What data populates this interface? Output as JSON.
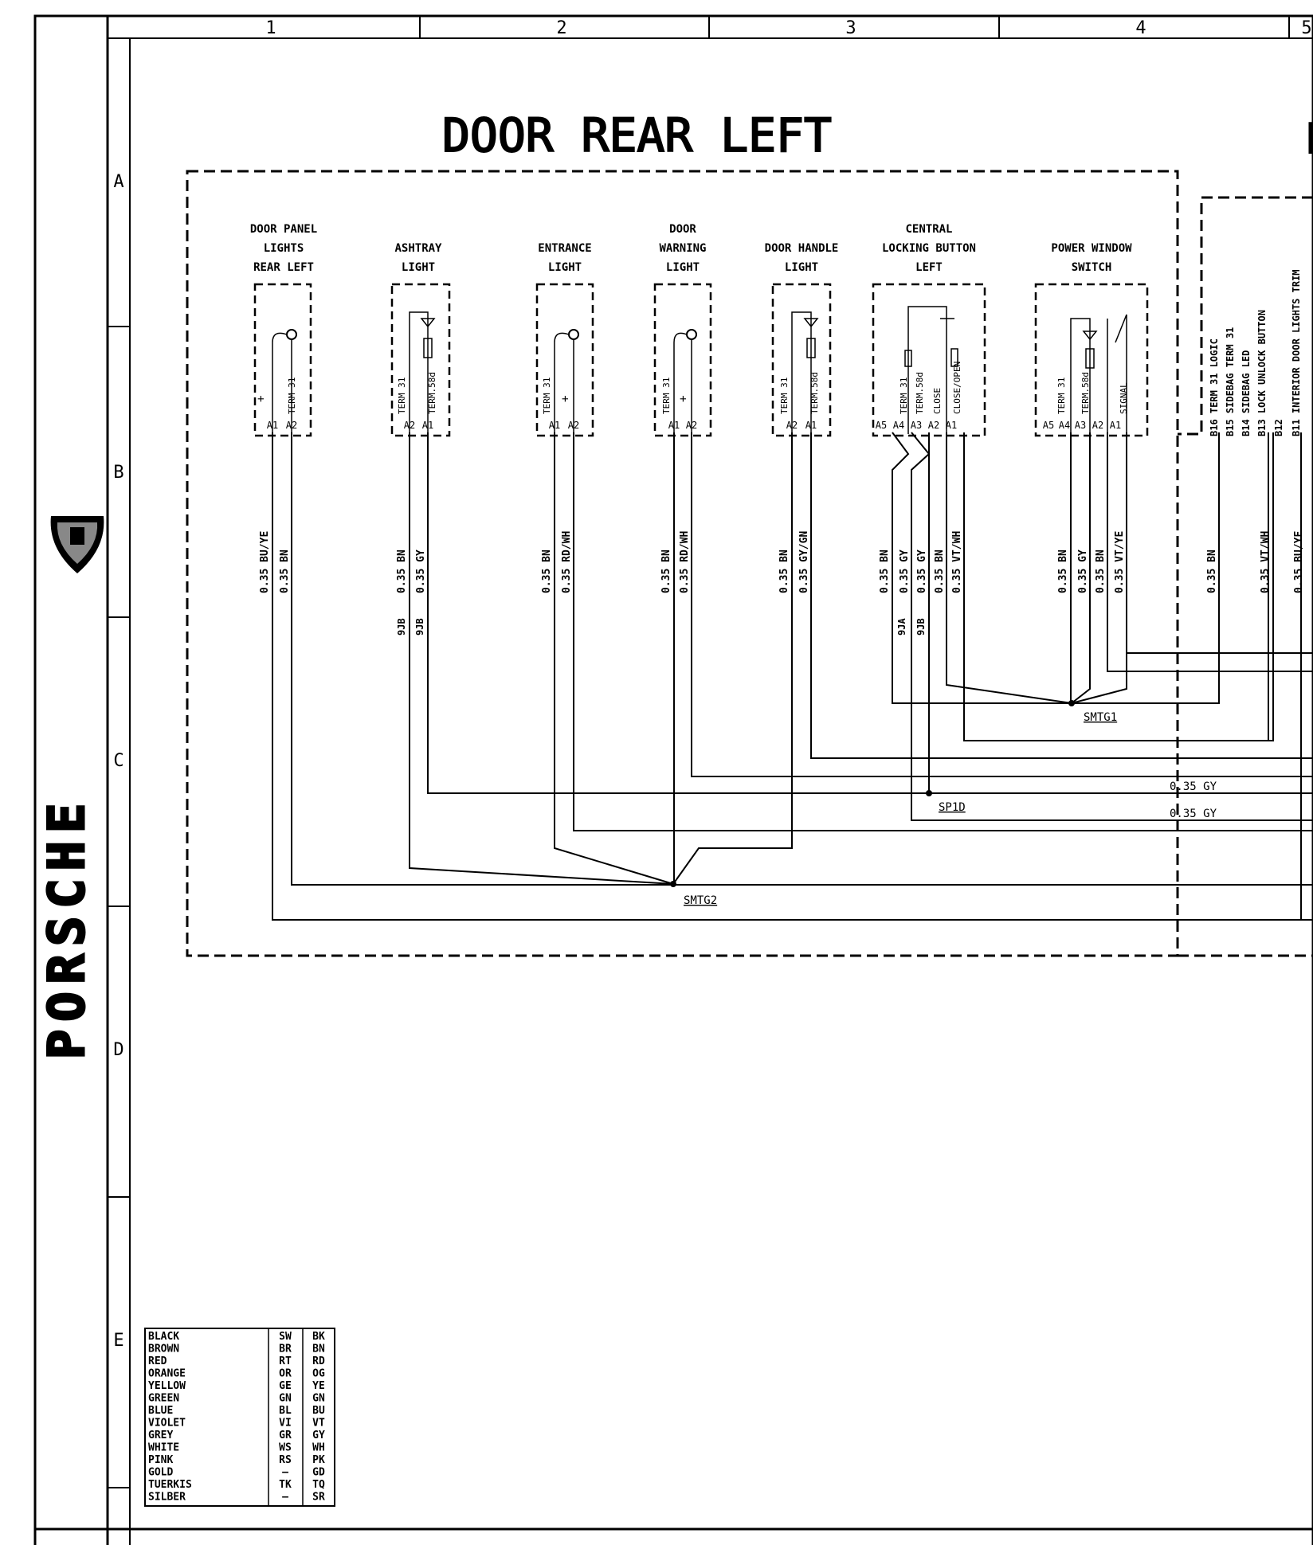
{
  "grid": {
    "columns": [
      "1",
      "2",
      "3",
      "4",
      "5"
    ],
    "rows": [
      "A",
      "B",
      "C",
      "D",
      "E"
    ]
  },
  "brand": "PORSCHE",
  "title": "DOOR REAR LEFT",
  "title_right_fragment": "D",
  "components": [
    {
      "id": "door-panel-lights",
      "lines": [
        "DOOR PANEL",
        "LIGHTS",
        "REAR LEFT"
      ],
      "pins": [
        "A1",
        "A2"
      ],
      "internal": [
        "+",
        "TERM 31"
      ],
      "wires": [
        "0.35 BU/YE",
        "0.35 BN"
      ],
      "plugs": []
    },
    {
      "id": "ashtray-light",
      "lines": [
        "ASHTRAY",
        "LIGHT"
      ],
      "pins": [
        "A2",
        "A1"
      ],
      "internal": [
        "TERM 31",
        "TERM.58d"
      ],
      "wires": [
        "0.35 BN",
        "0.35 GY"
      ],
      "plugs": [
        "9JB",
        "9JB"
      ]
    },
    {
      "id": "entrance-light",
      "lines": [
        "ENTRANCE",
        "LIGHT"
      ],
      "pins": [
        "A1",
        "A2"
      ],
      "internal": [
        "TERM 31",
        "+"
      ],
      "wires": [
        "0.35 BN",
        "0.35 RD/WH"
      ],
      "plugs": []
    },
    {
      "id": "door-warning-light",
      "lines": [
        "DOOR",
        "WARNING",
        "LIGHT"
      ],
      "pins": [
        "A1",
        "A2"
      ],
      "internal": [
        "TERM 31",
        "+"
      ],
      "wires": [
        "0.35 BN",
        "0.35 RD/WH"
      ],
      "plugs": []
    },
    {
      "id": "door-handle-light",
      "lines": [
        "DOOR HANDLE",
        "LIGHT"
      ],
      "pins": [
        "A2",
        "A1"
      ],
      "internal": [
        "TERM 31",
        "TERM.58d"
      ],
      "wires": [
        "0.35 BN",
        "0.35 GY/GN"
      ],
      "plugs": []
    },
    {
      "id": "central-locking-button",
      "lines": [
        "CENTRAL",
        "LOCKING BUTTON",
        "LEFT"
      ],
      "pins": [
        "A5",
        "A4",
        "A3",
        "A2",
        "A1"
      ],
      "internal": [
        "TERM 31",
        "TERM.58d",
        "CLOSE",
        "CLOSE/OPEN"
      ],
      "wires": [
        "0.35 BN",
        "0.35 GY",
        "0.35 GY",
        "0.35 BN",
        "0.35 VT/WH"
      ],
      "plugs": [
        "9JA",
        "9JB"
      ]
    },
    {
      "id": "power-window-switch",
      "lines": [
        "POWER WINDOW",
        "SWITCH"
      ],
      "pins": [
        "A5",
        "A4",
        "A3",
        "A2",
        "A1"
      ],
      "internal": [
        "TERM 31",
        "TERM.58d",
        "SIGNAL"
      ],
      "wires": [
        "0.35 BN",
        "0.35 GY",
        "0.35 BN",
        "0.35 VT/YE"
      ],
      "plugs": []
    }
  ],
  "right_connector": {
    "pins": [
      "B16 TERM 31 LOGIC",
      "B15 SIDEBAG TERM 31",
      "B14 SIDEBAG LED",
      "B13 LOCK UNLOCK BUTTON",
      "B12",
      "B11 INTERIOR DOOR LIGHTS TRIM"
    ],
    "wires": [
      "0.35 BN",
      "0.35 VT/WH",
      "0.35 BU/YE"
    ]
  },
  "nodes": {
    "smtg1": "SMTG1",
    "smtg2": "SMTG2",
    "sp1d": "SP1D"
  },
  "bus_labels": [
    "0.35 GY",
    "0.35 GY"
  ],
  "legend": [
    [
      "BLACK",
      "SW",
      "BK"
    ],
    [
      "BROWN",
      "BR",
      "BN"
    ],
    [
      "RED",
      "RT",
      "RD"
    ],
    [
      "ORANGE",
      "OR",
      "OG"
    ],
    [
      "YELLOW",
      "GE",
      "YE"
    ],
    [
      "GREEN",
      "GN",
      "GN"
    ],
    [
      "BLUE",
      "BL",
      "BU"
    ],
    [
      "VIOLET",
      "VI",
      "VT"
    ],
    [
      "GREY",
      "GR",
      "GY"
    ],
    [
      "WHITE",
      "WS",
      "WH"
    ],
    [
      "PINK",
      "RS",
      "PK"
    ],
    [
      "GOLD",
      "—",
      "GD"
    ],
    [
      "TUERKIS",
      "TK",
      "TQ"
    ],
    [
      "SILBER",
      "—",
      "SR"
    ]
  ]
}
